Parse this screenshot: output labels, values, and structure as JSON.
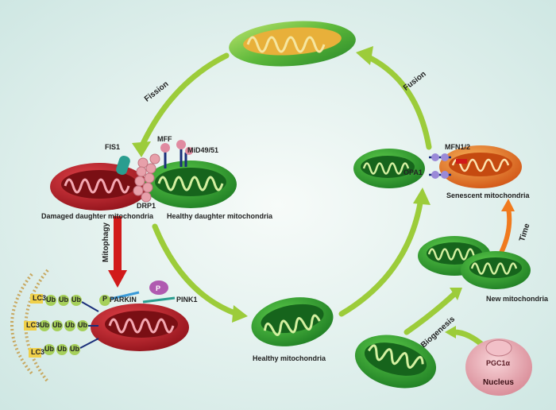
{
  "colors": {
    "background_center": "#f7fbf9",
    "background_edge": "#cfe7e3",
    "healthy": "#2f9e2f",
    "damaged": "#c0202a",
    "senescent": "#e8742a",
    "arrow_green": "#9ccc3a",
    "arrow_red": "#d11a1a",
    "arrow_orange": "#f07a1e",
    "nucleus": "#e9a3ad",
    "ubiquitin": "#a6d05a",
    "drp1": "#e7a0aa"
  },
  "labels": {
    "fission": "Fission",
    "fusion": "Fusion",
    "mitophagy": "Mitophagy",
    "biogenesis": "Biogenesis",
    "time": "Time",
    "fis1": "FIS1",
    "mff": "MFF",
    "mid49_51": "MiD49/51",
    "drp1": "DRP1",
    "damaged_daughter": [
      "Damaged daughter",
      "mitochondria"
    ],
    "healthy_daughter": [
      "Healthy daughter",
      "mitochondria"
    ],
    "healthy_mito": "Healthy mitochondria",
    "mfn12": "MFN1/2",
    "opa1": "OPA1",
    "senescent": [
      "Senescent",
      "mitochondria"
    ],
    "new_mito": [
      "New",
      "mitochondria"
    ],
    "pgc1a": "PGC1α",
    "nucleus": "Nucleus",
    "parkin": "PARKIN",
    "pink1": "PINK1",
    "p": "P",
    "lc3": "LC3",
    "ub": "Ub"
  }
}
